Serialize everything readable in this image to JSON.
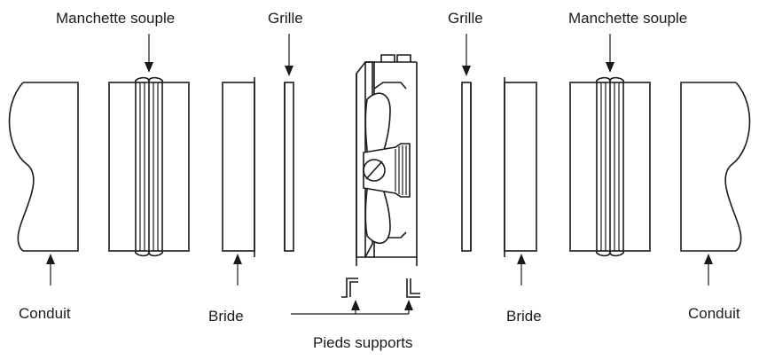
{
  "labels": {
    "flex_left": "Manchette souple",
    "grille_left": "Grille",
    "grille_right": "Grille",
    "flex_right": "Manchette souple",
    "conduit_left": "Conduit",
    "bride_left": "Bride",
    "bride_right": "Bride",
    "conduit_right": "Conduit",
    "feet": "Pieds supports"
  }
}
